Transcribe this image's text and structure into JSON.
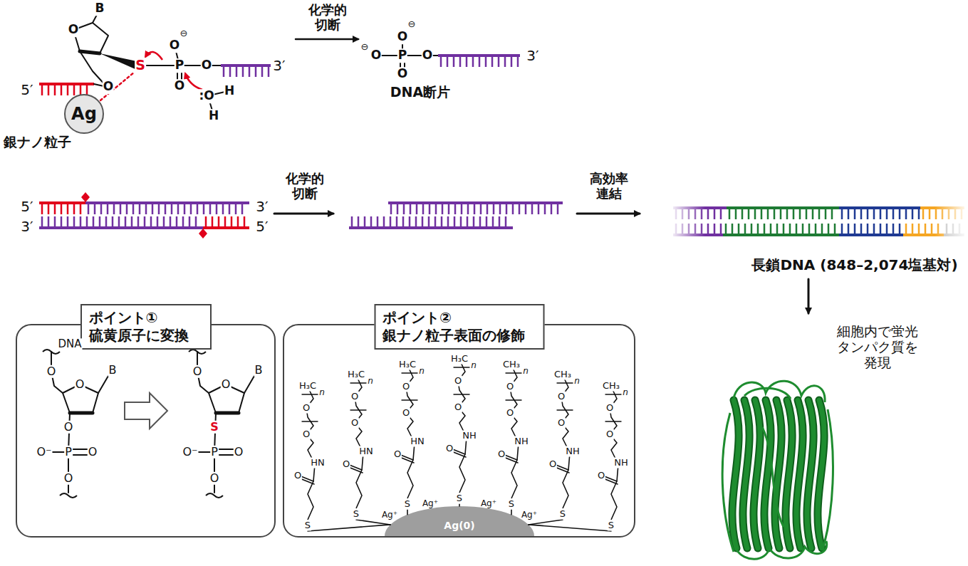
{
  "diagram": {
    "nodes": [
      {
        "text": [
          "ポイント① 硫黄原子に変換"
        ]
      },
      {
        "text": [
          "ポイント② 銀ナノ粒子表面の修飾"
        ]
      },
      {
        "text": [
          "Ag"
        ]
      }
    ],
    "labels": [
      "B",
      "O",
      "5′",
      "O",
      "S",
      "P",
      "O",
      "⊖",
      "O",
      "O",
      "3′",
      ":O",
      "H",
      "H",
      "銀ナノ粒子",
      "化学的 切断",
      "⊖",
      "O",
      "⊖",
      "O",
      "P",
      "O",
      "O",
      "3′",
      "DNA断片",
      "5′",
      "3′",
      "3′",
      "5′",
      "化学的 切断",
      "高効率 連結",
      "長鎖DNA (848–2,074塩基対)",
      "細胞内で蛍光 タンパク質を 発現",
      "DNA",
      "O",
      "O",
      "B",
      "O",
      "O⁻",
      "P",
      "O",
      "O",
      "O",
      "O",
      "B",
      "S",
      "O⁻",
      "P",
      "O",
      "O",
      "S",
      "O",
      "HN",
      "O",
      "O",
      "H₃C",
      "n",
      "S",
      "O",
      "HN",
      "O",
      "O",
      "H₃C",
      "n",
      "S",
      "O",
      "HN",
      "O",
      "O",
      "H₃C",
      "n",
      "S",
      "O",
      "NH",
      "O",
      "O",
      "H₃C",
      "n",
      "S",
      "O",
      "NH",
      "O",
      "O",
      "CH₃",
      "n",
      "S",
      "O",
      "NH",
      "O",
      "O",
      "CH₃",
      "n",
      "S",
      "O",
      "NH",
      "O",
      "O",
      "CH₃",
      "n",
      "Ag⁺",
      "Ag⁺",
      "Ag⁺",
      "Ag⁺",
      "Ag(0)"
    ]
  }
}
